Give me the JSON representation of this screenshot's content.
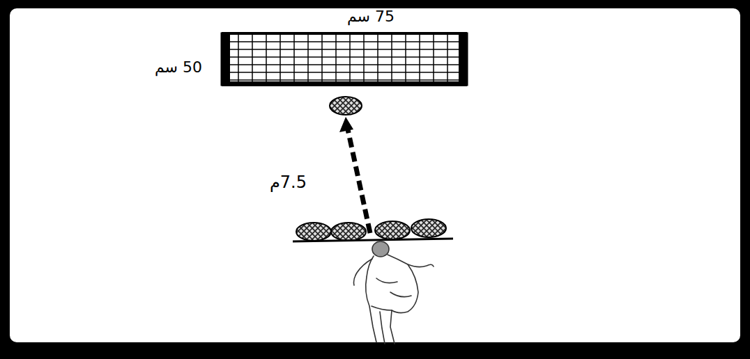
{
  "diagram": {
    "labels": [
      "75 سم",
      "50 سم",
      "7.5م"
    ]
  }
}
